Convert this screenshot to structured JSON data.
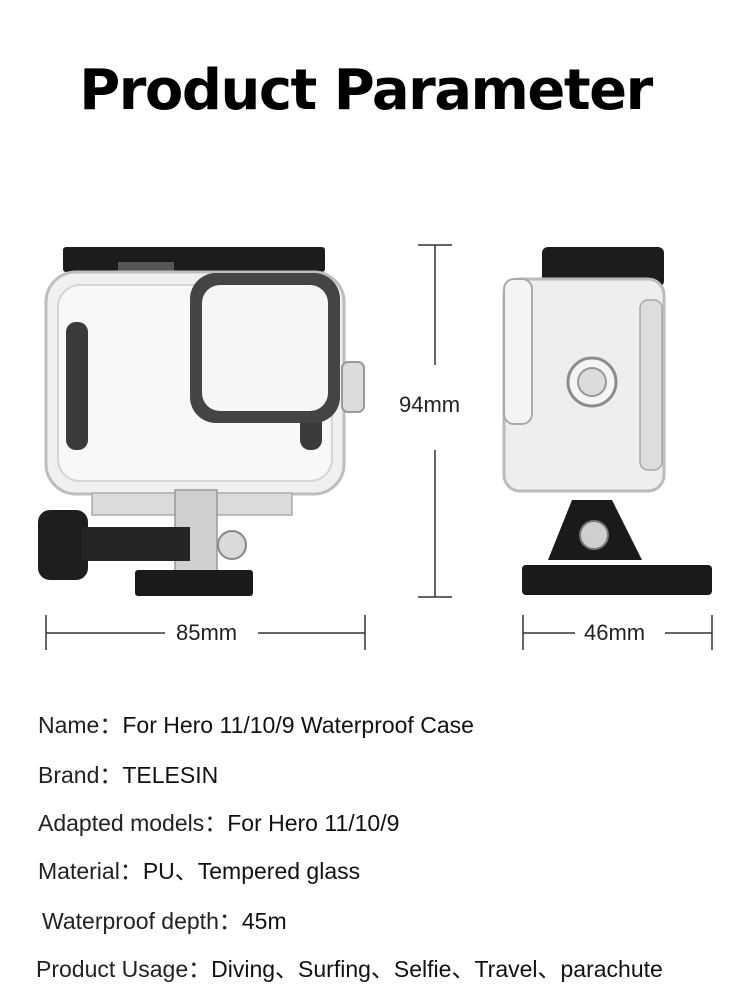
{
  "title": "Product Parameter",
  "dimensions": {
    "height": "94mm",
    "width": "85mm",
    "depth": "46mm"
  },
  "specs": [
    {
      "label": "Name：",
      "value": "For Hero 11/10/9 Waterproof Case"
    },
    {
      "label": "Brand：",
      "value": "TELESIN"
    },
    {
      "label": "Adapted models：",
      "value": "For Hero 11/10/9"
    },
    {
      "label": "Material：",
      "value": "PU、Tempered glass"
    },
    {
      "label": "Waterproof depth：",
      "value": "45m"
    },
    {
      "label": "Product Usage：",
      "value": "Diving、Surfing、Selfie、Travel、parachute"
    }
  ],
  "colors": {
    "frame_dark": "#1c1c1c",
    "lens_ring": "#444444",
    "case_clear": "#eef0f2"
  }
}
